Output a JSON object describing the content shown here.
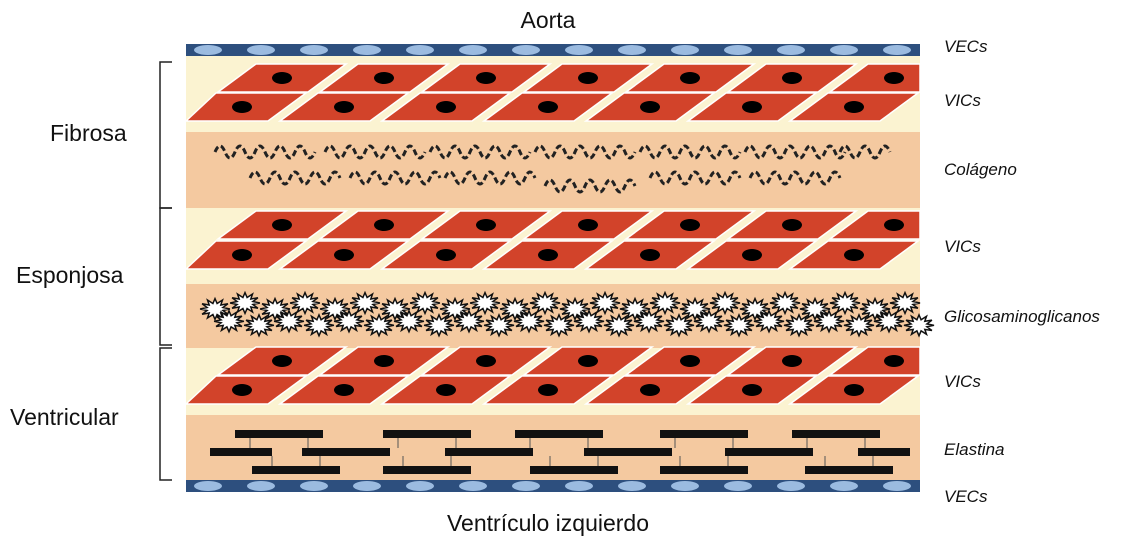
{
  "title_top": "Aorta",
  "title_bottom": "Ventrículo izquierdo",
  "regions": [
    {
      "label": "Fibrosa"
    },
    {
      "label": "Esponjosa"
    },
    {
      "label": "Ventricular"
    }
  ],
  "layers": [
    {
      "label": "VECs"
    },
    {
      "label": "VICs"
    },
    {
      "label": "Colágeno"
    },
    {
      "label": "VICs"
    },
    {
      "label": "Glicosaminoglicanos"
    },
    {
      "label": "VICs"
    },
    {
      "label": "Elastina"
    },
    {
      "label": "VECs"
    }
  ],
  "colors": {
    "endothelium": "#2d4f7e",
    "endothelial_cell": "#9bbbe0",
    "vic_band": "#fbf3d1",
    "matrix_band": "#f4c9a0",
    "vic_cell": "#d2432a",
    "nucleus": "#000000",
    "fiber": "#222222",
    "gag": "#ffffff"
  }
}
